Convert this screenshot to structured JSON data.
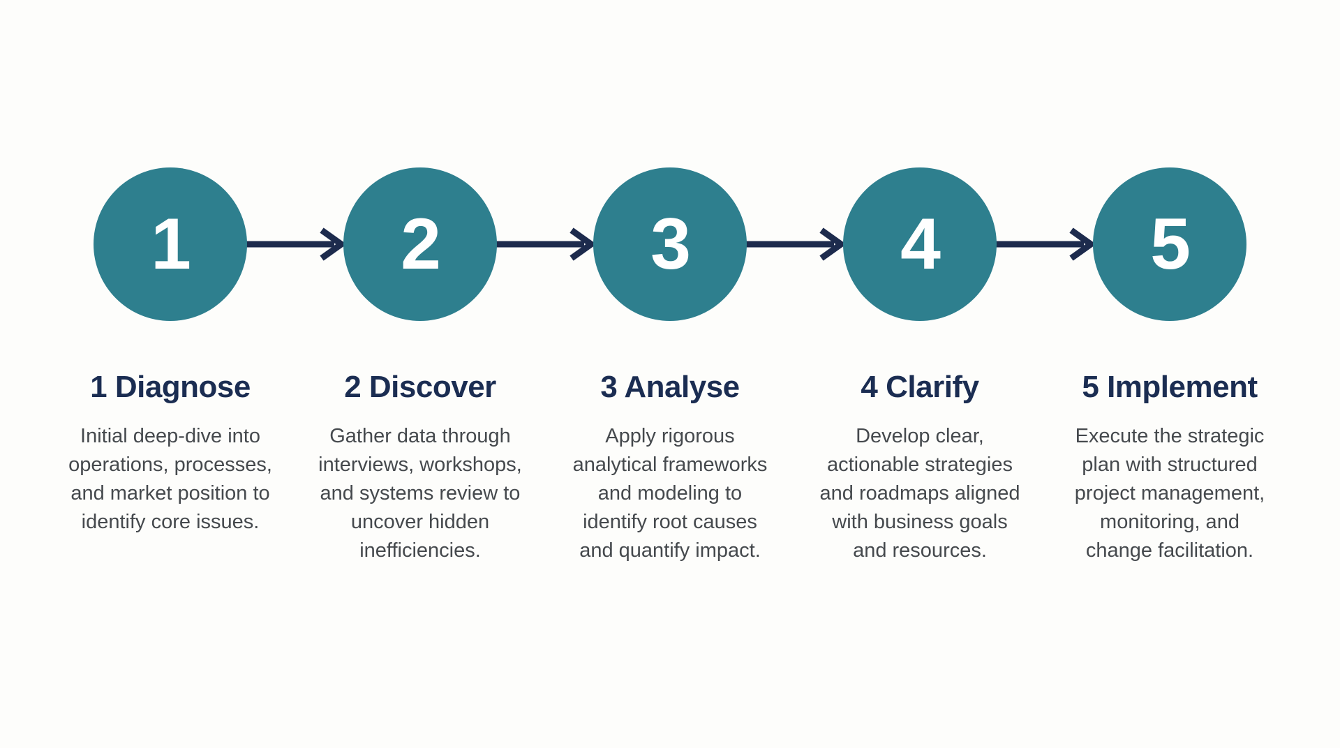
{
  "colors": {
    "bg": "#fdfdfb",
    "circle": "#2e7f8e",
    "arrow": "#1d2b4d",
    "title": "#1b2d52",
    "number": "#ffffff",
    "description": "#45494d"
  },
  "diagram": {
    "type": "horizontal-process-flow",
    "step_count": 5
  },
  "steps": [
    {
      "number": "1",
      "title": "1 Diagnose",
      "description": "Initial deep-dive into\noperations, processes,\nand market position to\nidentify core issues."
    },
    {
      "number": "2",
      "title": "2 Discover",
      "description": "Gather data through\ninterviews, workshops,\nand systems review to\nuncover hidden\ninefficiencies."
    },
    {
      "number": "3",
      "title": "3 Analyse",
      "description": "Apply rigorous\nanalytical frameworks\nand modeling to\nidentify root causes\nand quantify impact."
    },
    {
      "number": "4",
      "title": "4 Clarify",
      "description": "Develop clear,\nactionable strategies\nand roadmaps aligned\nwith business goals\nand resources."
    },
    {
      "number": "5",
      "title": "5 Implement",
      "description": "Execute the strategic\nplan with structured\nproject management,\nmonitoring, and\nchange facilitation."
    }
  ]
}
